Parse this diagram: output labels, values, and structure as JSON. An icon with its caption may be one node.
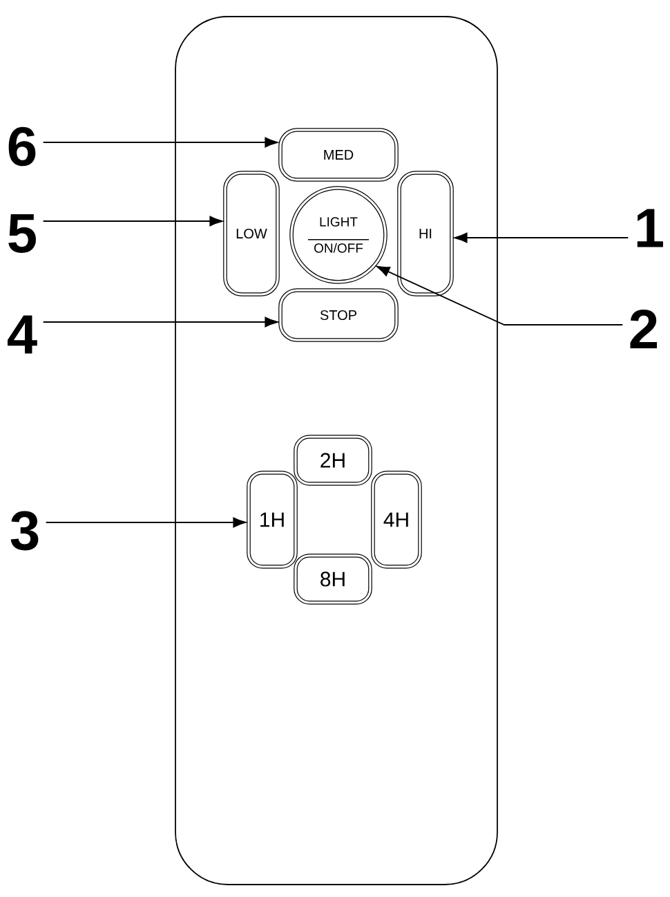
{
  "diagram": {
    "nodes": [
      {
        "text": [
          "6"
        ]
      },
      {
        "text": [
          "MED"
        ]
      },
      {
        "text": [
          "5"
        ]
      },
      {
        "text": [
          "LOW"
        ]
      },
      {
        "text": [
          "LIGHT",
          "ON/OFF"
        ]
      },
      {
        "text": [
          "HI"
        ]
      },
      {
        "text": [
          "1"
        ]
      },
      {
        "text": [
          "2"
        ]
      },
      {
        "text": [
          "4"
        ]
      },
      {
        "text": [
          "STOP"
        ]
      },
      {
        "text": [
          "2H"
        ]
      },
      {
        "text": [
          "3"
        ]
      },
      {
        "text": [
          "1H"
        ]
      },
      {
        "text": [
          "4H"
        ]
      },
      {
        "text": [
          "8H"
        ]
      }
    ],
    "edges": [
      {
        "from": 0,
        "to": 1,
        "arrow": "to"
      },
      {
        "from": 2,
        "to": 3,
        "arrow": "to"
      },
      {
        "from": 6,
        "to": 5,
        "arrow": "to"
      },
      {
        "from": 7,
        "to": 4,
        "arrow": "to"
      },
      {
        "from": 8,
        "to": 9,
        "arrow": "to"
      },
      {
        "from": 11,
        "to": 12,
        "arrow": "to"
      }
    ]
  }
}
